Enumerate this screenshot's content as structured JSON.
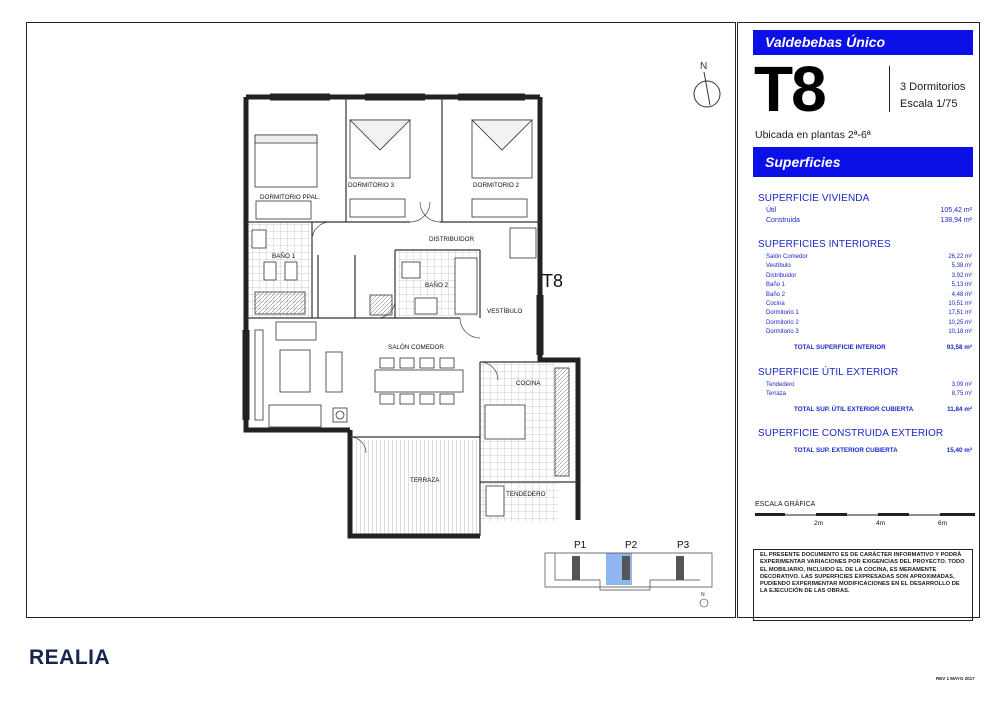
{
  "project": "Valdebebas Único",
  "unit": "T8",
  "bedrooms": "3 Dormitorios",
  "scale": "Escala 1/75",
  "location": "Ubicada en plantas 2ª-6ª",
  "section_header": "Superficies",
  "vivienda": {
    "title": "SUPERFICIE VIVIENDA",
    "rows": [
      {
        "label": "Útil",
        "value": "105,42 m²"
      },
      {
        "label": "Construida",
        "value": "138,94 m²"
      }
    ]
  },
  "interiores": {
    "title": "SUPERFICIES INTERIORES",
    "rows": [
      {
        "label": "Salón Comedor",
        "value": "26,22 m²"
      },
      {
        "label": "Vestíbulo",
        "value": "5,38 m²"
      },
      {
        "label": "Distribuidor",
        "value": "3,92 m²"
      },
      {
        "label": "Baño 1",
        "value": "5,13 m²"
      },
      {
        "label": "Baño 2",
        "value": "4,48 m²"
      },
      {
        "label": "Cocina",
        "value": "10,51 m²"
      },
      {
        "label": "Dormitorio 1",
        "value": "17,51 m²"
      },
      {
        "label": "Dormitorio 2",
        "value": "10,25 m²"
      },
      {
        "label": "Dormitorio 3",
        "value": "10,18 m²"
      }
    ],
    "total_label": "TOTAL SUPERFICIE INTERIOR",
    "total_value": "93,58 m²"
  },
  "util_exterior": {
    "title": "SUPERFICIE ÚTIL EXTERIOR",
    "rows": [
      {
        "label": "Tendedero",
        "value": "3,09 m²"
      },
      {
        "label": "Terraza",
        "value": "8,75 m²"
      }
    ],
    "total_label": "TOTAL SUP. ÚTIL EXTERIOR CUBIERTA",
    "total_value": "11,84 m²"
  },
  "construida_exterior": {
    "title": "SUPERFICIE CONSTRUIDA EXTERIOR",
    "total_label": "TOTAL SUP.  EXTERIOR CUBIERTA",
    "total_value": "15,40 m²"
  },
  "scale_bar": {
    "title": "ESCALA GRÁFICA",
    "labels": [
      "2m",
      "4m",
      "6m"
    ]
  },
  "disclaimer": "EL PRESENTE DOCUMENTO ES DE CARÁCTER INFORMATIVO Y PODRÁ EXPERIMENTAR VARIACIONES POR EXIGENCIAS DEL PROYECTO. TODO EL MOBILIARIO, INCLUIDO EL DE LA COCINA, ES MERAMENTE DECORATIVO. LAS SUPERFICIES EXPRESADAS SON APROXIMADAS, PUDIENDO EXPERIMENTAR MODIFICACIONES EN EL DESARROLLO DE LA EJECUCIÓN DE LAS OBRAS.",
  "brand": "REALIA",
  "revision": "REV 1  MAYO 2017",
  "plan": {
    "unit_label": "T8",
    "north": "N",
    "rooms": {
      "dormitorio_ppal": "DORMITORIO PPAL.",
      "dormitorio_3": "DORMITORIO 3",
      "dormitorio_2": "DORMITORIO 2",
      "distribuidor": "DISTRIBUIDOR",
      "bano_1": "BAÑO 1",
      "bano_2": "BAÑO 2",
      "vestibulo": "VESTÍBULO",
      "salon_comedor": "SALÓN COMEDOR",
      "cocina": "COCINA",
      "terraza": "TERRAZA",
      "tendedero": "TENDEDERO"
    }
  },
  "keyplan": {
    "labels": [
      "P1",
      "P2",
      "P3"
    ],
    "highlight": "P2",
    "north": "N",
    "highlight_color": "#8fb6ee"
  },
  "colors": {
    "accent": "#0a10e6",
    "text_blue": "#1b26c9",
    "brand": "#17254f"
  }
}
